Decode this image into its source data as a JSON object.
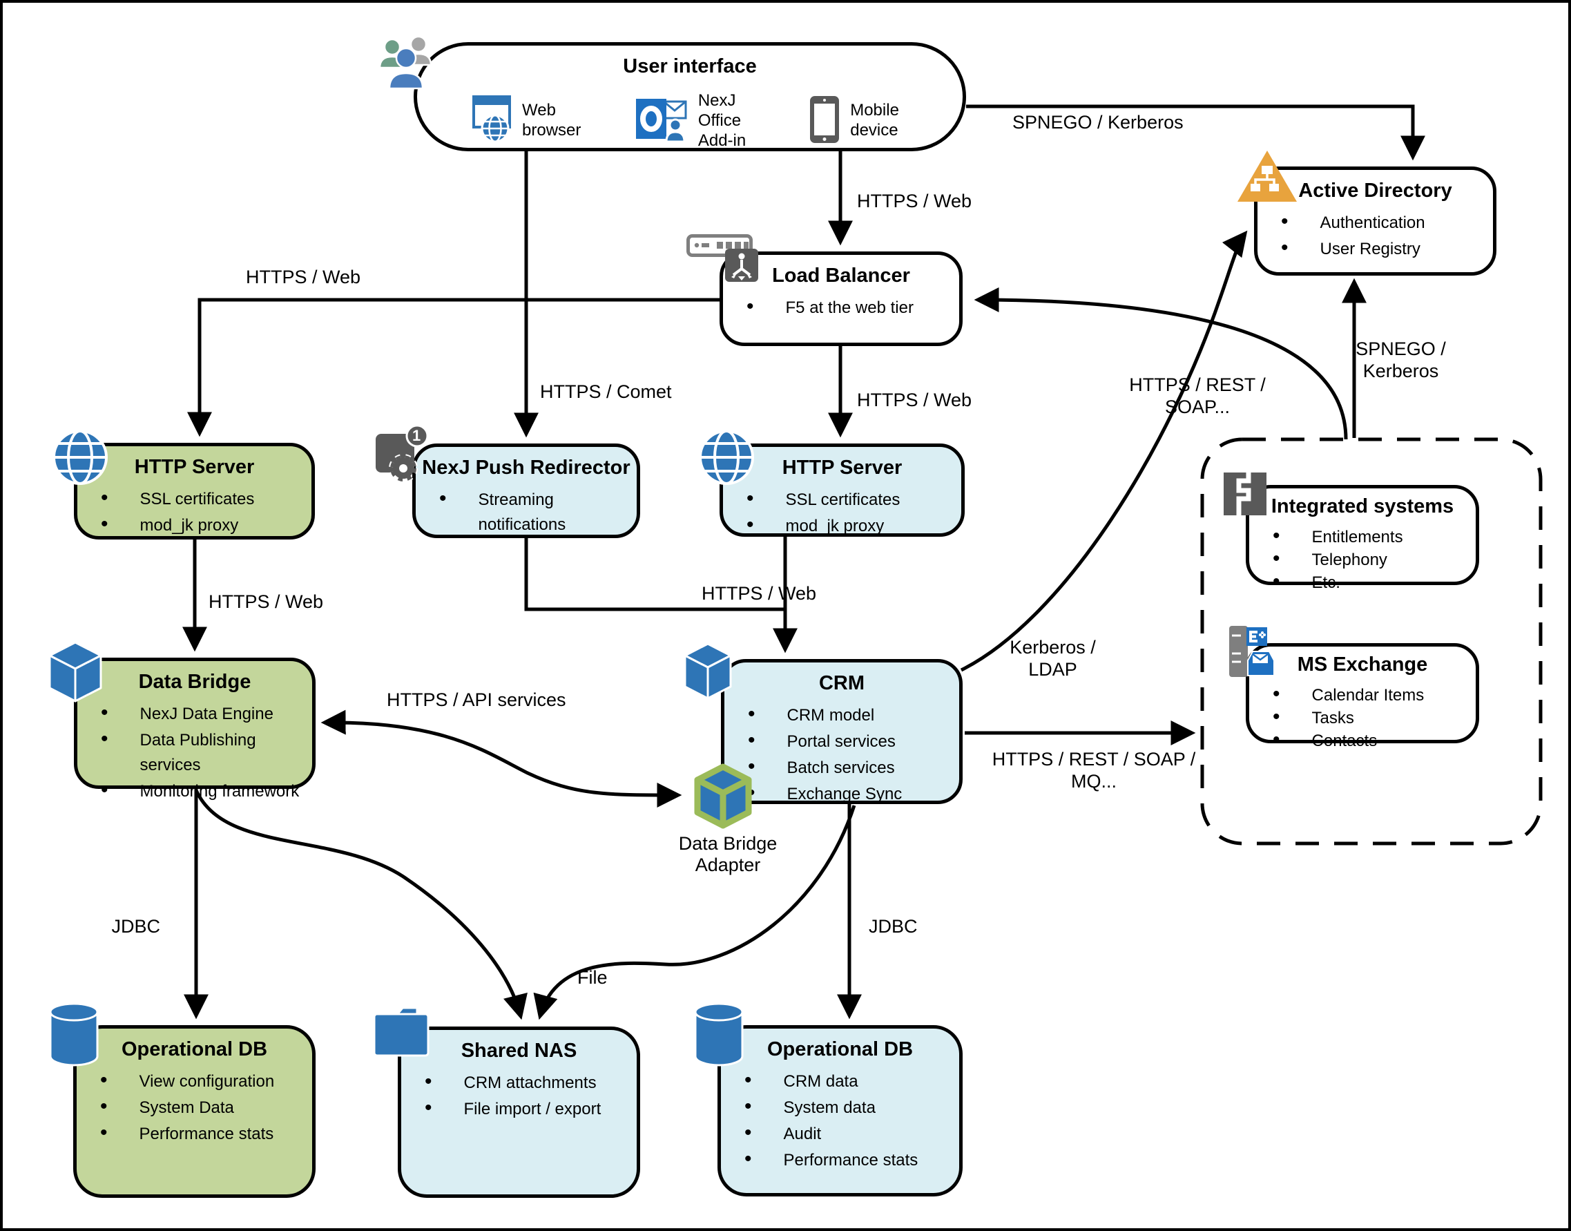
{
  "colors": {
    "green_fill": "#c3d69b",
    "blue_fill": "#daeef3",
    "icon_blue": "#2e75b6",
    "icon_dark_gray": "#595959",
    "icon_light_gray": "#7f7f7f",
    "directory_orange": "#e8a33d",
    "adapter_green": "#9bbb59",
    "line": "#000000"
  },
  "nodes": {
    "user_interface": {
      "title": "User interface",
      "items": [
        {
          "label": "Web browser"
        },
        {
          "label": "NexJ Office Add-in"
        },
        {
          "label": "Mobile device"
        }
      ]
    },
    "active_directory": {
      "title": "Active Directory",
      "bullets": [
        "Authentication",
        "User Registry"
      ]
    },
    "load_balancer": {
      "title": "Load Balancer",
      "bullets": [
        "F5 at the web tier"
      ]
    },
    "http_server_left": {
      "title": "HTTP Server",
      "bullets": [
        "SSL certificates",
        "mod_jk proxy"
      ]
    },
    "push_redirector": {
      "title": "NexJ Push Redirector",
      "badge": "1",
      "bullets": [
        "Streaming notifications"
      ]
    },
    "http_server_mid": {
      "title": "HTTP Server",
      "bullets": [
        "SSL certificates",
        "mod_jk proxy"
      ]
    },
    "integrated_systems": {
      "title": "Integrated systems",
      "bullets": [
        "Entitlements",
        "Telephony",
        "Etc."
      ]
    },
    "data_bridge": {
      "title": "Data Bridge",
      "bullets": [
        "NexJ Data Engine",
        "Data Publishing services",
        "Monitoring framework"
      ]
    },
    "crm": {
      "title": "CRM",
      "bullets": [
        "CRM model",
        "Portal services",
        "Batch services",
        "Exchange Sync"
      ]
    },
    "ms_exchange": {
      "title": "MS Exchange",
      "bullets": [
        "Calendar Items",
        "Tasks",
        "Contacts"
      ]
    },
    "data_bridge_adapter": {
      "label": "Data Bridge\nAdapter"
    },
    "operational_db_left": {
      "title": "Operational DB",
      "bullets": [
        "View configuration",
        "System Data",
        "Performance stats"
      ]
    },
    "shared_nas": {
      "title": "Shared NAS",
      "bullets": [
        "CRM attachments",
        "File import / export"
      ]
    },
    "operational_db_right": {
      "title": "Operational DB",
      "bullets": [
        "CRM data",
        "System data",
        "Audit",
        "Performance stats"
      ]
    }
  },
  "edge_labels": {
    "spnego_kerberos_top": "SPNEGO / Kerberos",
    "https_web_ui_lb": "HTTPS / Web",
    "https_web_lb_left": "HTTPS / Web",
    "https_comet": "HTTPS / Comet",
    "https_web_lb_http": "HTTPS / Web",
    "https_rest_soap": "HTTPS / REST /\nSOAP...",
    "spnego_kerberos_right": "SPNEGO /\nKerberos",
    "https_web_http_db": "HTTPS / Web",
    "https_web_mid": "HTTPS / Web",
    "kerberos_ldap": "Kerberos /\nLDAP",
    "https_api_services": "HTTPS / API services",
    "https_rest_soap_mq": "HTTPS / REST / SOAP /\nMQ...",
    "jdbc_left": "JDBC",
    "jdbc_right": "JDBC",
    "file": "File"
  },
  "icons": [
    "people-group-icon",
    "web-browser-icon",
    "outlook-addin-icon",
    "mobile-device-icon",
    "directory-triangle-icon",
    "router-icon",
    "load-balancer-icon",
    "globe-icon",
    "notification-gear-icon",
    "integration-icon",
    "cube-icon",
    "cube-adapter-icon",
    "exchange-server-icon",
    "folder-icon",
    "database-cylinder-icon"
  ]
}
